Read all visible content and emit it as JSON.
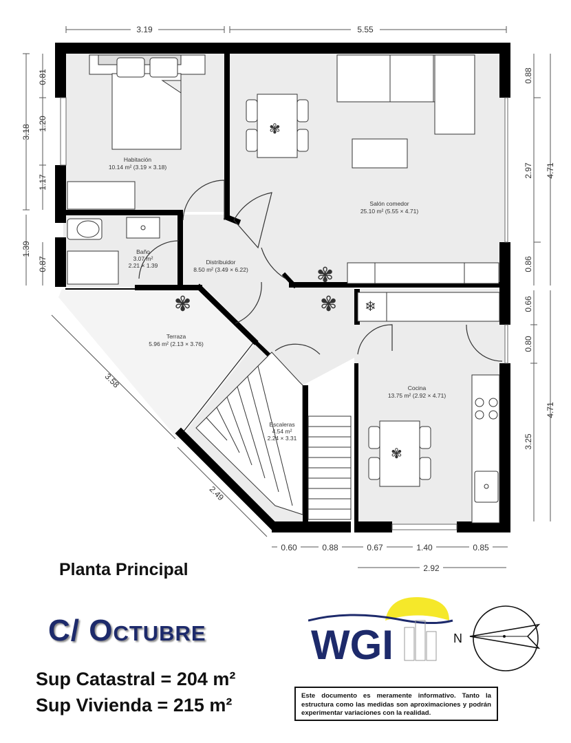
{
  "plan_title": "Planta Principal",
  "street": "C/ Octubre",
  "sup_catastral": "Sup Catastral = 204 m²",
  "sup_vivienda": "Sup Vivienda = 215 m²",
  "logo_text": "WGI",
  "disclaimer": "Este documento es meramente informativo. Tanto la estructura como las medidas son aproximaciones y podrán experimentar variaciones con la realidad.",
  "rooms": {
    "habitacion": {
      "name": "Habitación",
      "area": "10.14 m² (3.19 × 3.18)"
    },
    "salon": {
      "name": "Salón comedor",
      "area": "25.10 m² (5.55 × 4.71)"
    },
    "bano": {
      "name": "Baño",
      "area": "3.07 m²",
      "dims": "2.21 × 1.39"
    },
    "distribuidor": {
      "name": "Distribuidor",
      "area": "8.50 m² (3.49 × 6.22)"
    },
    "terraza": {
      "name": "Terraza",
      "area": "5.96 m² (2.13 × 3.76)"
    },
    "escaleras": {
      "name": "Escaleras",
      "area": "4.54 m²",
      "dims": "2.24 × 3.31"
    },
    "cocina": {
      "name": "Cocina",
      "area": "13.75 m² (2.92 × 4.71)"
    }
  },
  "dimensions": {
    "top_left": "3.19",
    "top_right": "5.55",
    "left_total": "3.18",
    "left_a": "0.81",
    "left_b": "1.20",
    "left_c": "1.17",
    "left_bath": "1.39",
    "left_bath_b": "0.87",
    "right_a": "0.88",
    "right_b": "2.97",
    "right_c": "0.86",
    "right_total": "4.71",
    "right_k1": "0.66",
    "right_k2": "0.80",
    "right_k3": "3.25",
    "right_k_total": "4.71",
    "diag_a": "3.58",
    "diag_b": "2.49",
    "bottom_a": "0.60",
    "bottom_b": "0.88",
    "bottom_c": "0.67",
    "bottom_d": "1.40",
    "bottom_e": "0.85",
    "bottom_total": "2.92"
  }
}
